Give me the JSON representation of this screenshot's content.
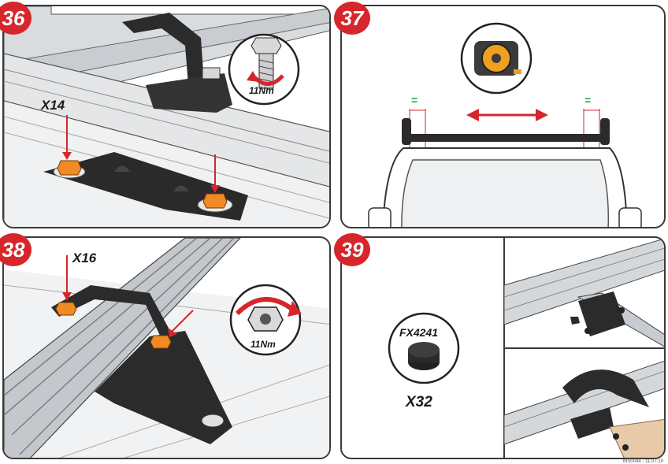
{
  "steps": [
    {
      "number": "36",
      "quantity": "X14",
      "torque": "11Nm"
    },
    {
      "number": "37"
    },
    {
      "number": "38",
      "quantity": "X16",
      "torque": "11Nm"
    },
    {
      "number": "39",
      "part_code": "FX4241",
      "quantity": "X32"
    }
  ],
  "footer": {
    "code": "INS0044 - 11.07.19"
  },
  "colors": {
    "badge": "#d6262b",
    "nut": "#f08a24",
    "arrow": "#d6262b",
    "equal_mark": "#1fa34a",
    "rail": "#b8bcc0",
    "bracket": "#2b2b2b"
  }
}
